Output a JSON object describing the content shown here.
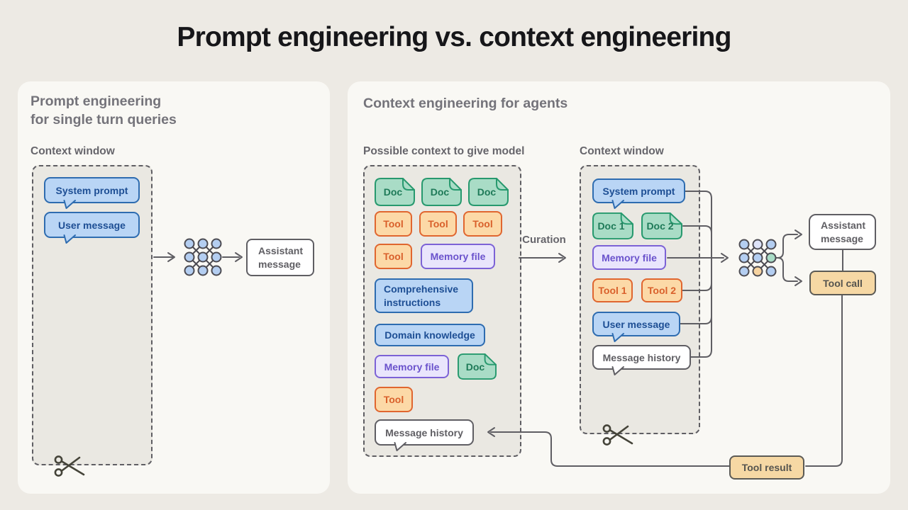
{
  "title": "Prompt engineering vs. context engineering",
  "left_panel": {
    "heading_line1": "Prompt engineering",
    "heading_line2": "for single turn queries",
    "context_window_label": "Context window",
    "bubbles": [
      {
        "label": "System prompt"
      },
      {
        "label": "User message"
      }
    ],
    "assistant_message": "Assistant message"
  },
  "right_panel": {
    "heading": "Context engineering for agents",
    "possible_context_label": "Possible context to give model",
    "context_window_label": "Context window",
    "curation_label": "Curation",
    "possible_items": [
      {
        "label": "Doc",
        "type": "doc"
      },
      {
        "label": "Doc",
        "type": "doc"
      },
      {
        "label": "Doc",
        "type": "doc"
      },
      {
        "label": "Tool",
        "type": "tool"
      },
      {
        "label": "Tool",
        "type": "tool"
      },
      {
        "label": "Tool",
        "type": "tool"
      },
      {
        "label": "Tool",
        "type": "tool"
      },
      {
        "label": "Memory file",
        "type": "memory"
      },
      {
        "label": "Comprehensive instructions",
        "type": "instructions"
      },
      {
        "label": "Domain knowledge",
        "type": "knowledge"
      },
      {
        "label": "Memory file",
        "type": "memory"
      },
      {
        "label": "Doc",
        "type": "doc"
      },
      {
        "label": "Tool",
        "type": "tool"
      },
      {
        "label": "Message history",
        "type": "history"
      }
    ],
    "window_items": [
      {
        "label": "System prompt"
      },
      {
        "label": "Doc 1"
      },
      {
        "label": "Doc 2"
      },
      {
        "label": "Memory file"
      },
      {
        "label": "Tool 1"
      },
      {
        "label": "Tool 2"
      },
      {
        "label": "User message"
      },
      {
        "label": "Message history"
      }
    ],
    "assistant_message": "Assistant message",
    "tool_call": "Tool call",
    "tool_result": "Tool result"
  },
  "icons": {
    "model": "neural-network",
    "trim": "scissors"
  },
  "colors": {
    "page_bg": "#edeae4",
    "panel_bg": "#f9f8f4",
    "inner_bg": "#eae8e2",
    "line": "#5f5e63",
    "heading": "#74737a",
    "label": "#66656b",
    "title_text": "#161619",
    "blue_fill": "#b9d5f5",
    "blue_border": "#2e6cb0",
    "blue_text": "#1d4e94",
    "green_fill": "#a9dcc6",
    "green_border": "#27996e",
    "green_text": "#1e7a58",
    "orange_fill": "#fcd9a7",
    "orange_border": "#e0662f",
    "orange_text": "#d9602b",
    "purple_fill": "#e9e5fc",
    "purple_border": "#7c62d6",
    "purple_text": "#6a52cc",
    "tan_fill": "#f6d8a4",
    "neutral_fill": "#ffffff",
    "neutral_text": "#5f5e63",
    "node_blue": "#b4cef1",
    "node_lavender": "#dde3f8",
    "node_green": "#a9dcc6",
    "node_orange": "#f6d3a0"
  }
}
